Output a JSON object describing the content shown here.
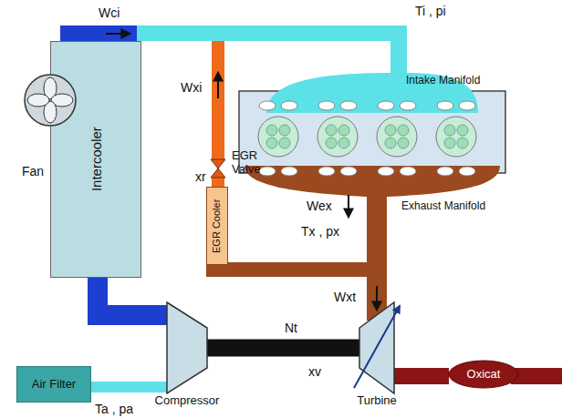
{
  "diagram": {
    "nodes": [
      {
        "text": [
          "Intercooler"
        ]
      },
      {
        "text": [
          "EGR Cooler"
        ]
      },
      {
        "text": [
          "Compressor"
        ]
      },
      {
        "text": [
          "Turbine"
        ]
      },
      {
        "text": [
          "Air Filter"
        ]
      },
      {
        "text": [
          "Oxicat"
        ]
      }
    ],
    "edges": [
      {
        "from": 4,
        "to": 2,
        "arrow": "none"
      },
      {
        "from": 2,
        "to": 0,
        "arrow": "none"
      },
      {
        "from": 2,
        "to": 3,
        "arrow": "none"
      },
      {
        "from": 3,
        "to": 5,
        "arrow": "none"
      }
    ],
    "labels": [
      "Wci",
      "Ti , pi",
      "Intake Manifold",
      "Wxi",
      "xr",
      "EGR Valve",
      "Fan",
      "Exhaust Manifold",
      "Wex",
      "Tx , px",
      "Wxt",
      "Nt",
      "xv",
      "Ta , pa"
    ]
  }
}
